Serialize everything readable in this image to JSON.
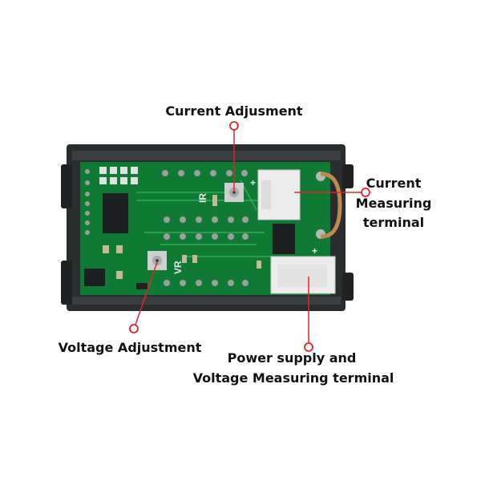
{
  "labels": {
    "current_adjustment": "Current Adjusment",
    "current_measuring": [
      "Current",
      "Measuring",
      "terminal"
    ],
    "voltage_adjustment": "Voltage Adjustment",
    "power_supply": [
      "Power supply and",
      "Voltage Measuring terminal"
    ]
  },
  "silkscreen": {
    "ir": "IR",
    "vr": "VR",
    "plus": "+"
  },
  "colors": {
    "annotation": "#e8202a",
    "pcb": "#0e7a33",
    "case": "#2a2d2e",
    "connector": "#ececec",
    "shunt": "#c08a4a"
  }
}
